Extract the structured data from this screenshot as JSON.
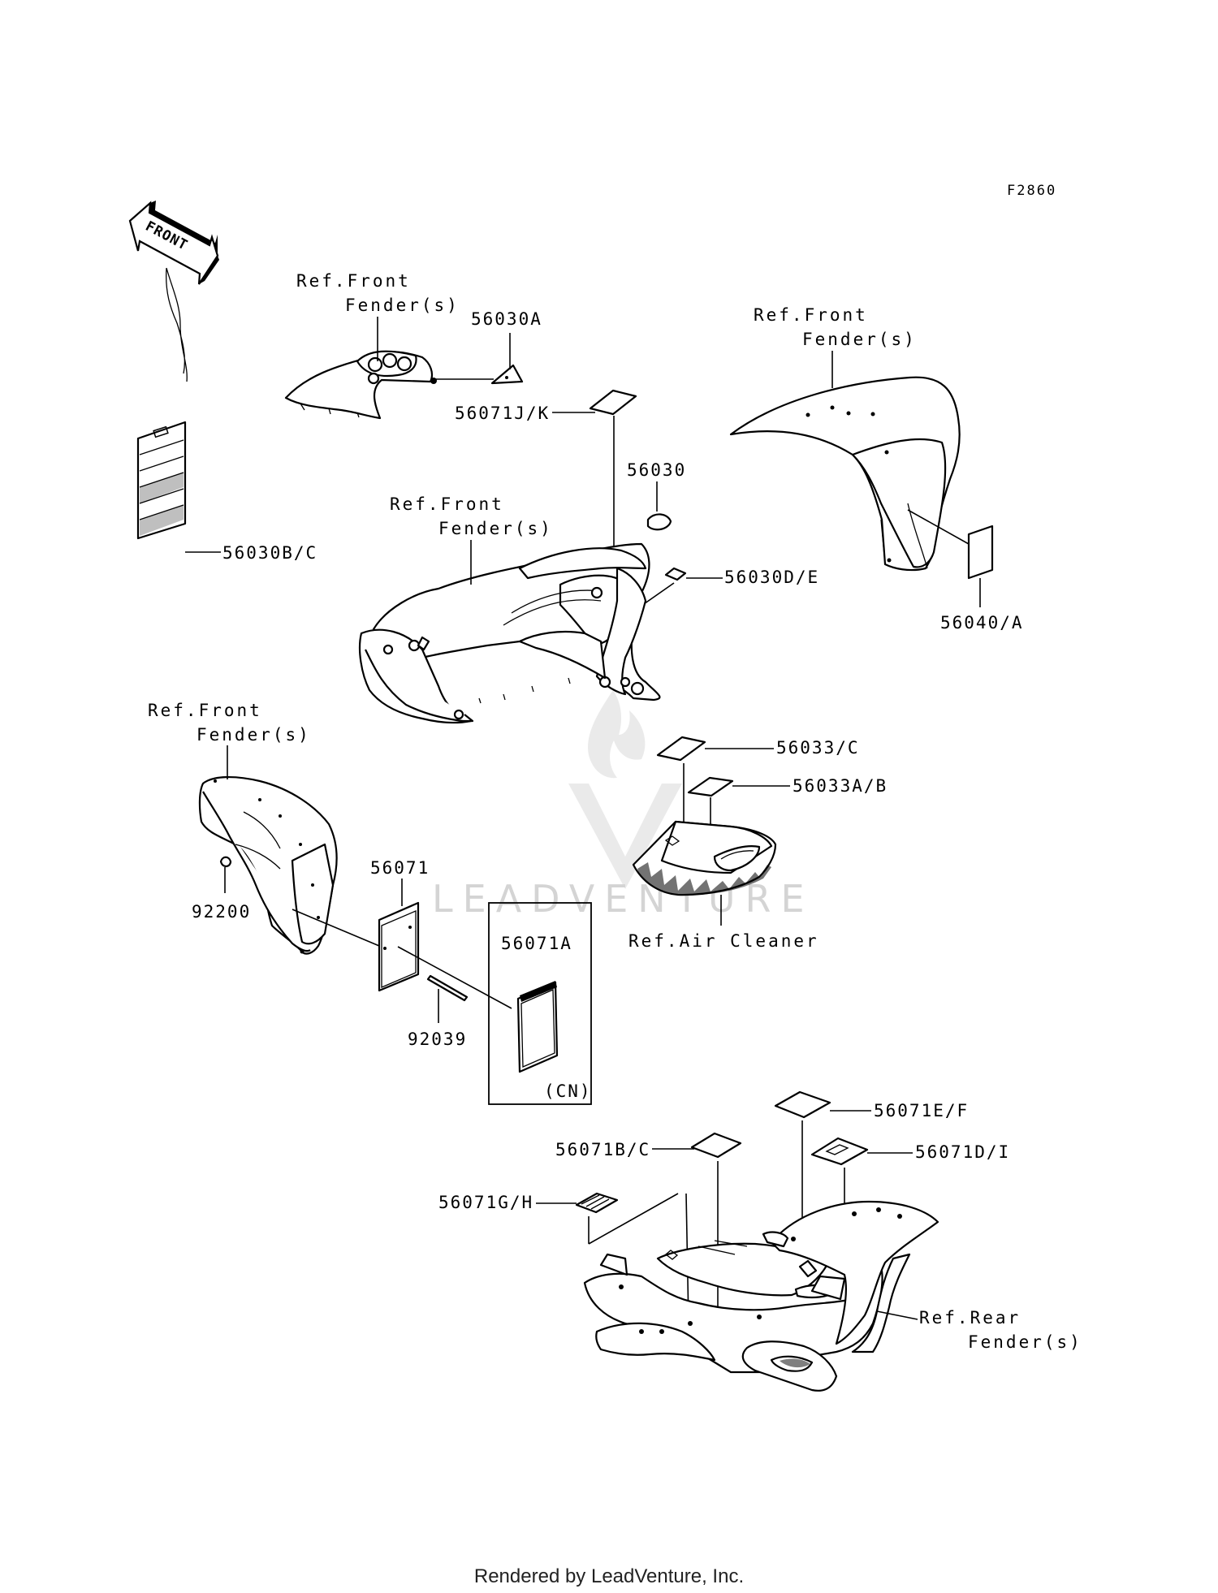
{
  "figure_code": "F2860",
  "front_arrow_text": "FRONT",
  "callouts": {
    "p56030A": "56030A",
    "p56071JK": "56071J/K",
    "p56030": "56030",
    "p56030BC": "56030B/C",
    "p56030DE": "56030D/E",
    "p56040A": "56040/A",
    "p56033C": "56033/C",
    "p56033AB": "56033A/B",
    "p56071": "56071",
    "p92200": "92200",
    "p56071A": "56071A",
    "p92039": "92039",
    "cn": "(CN)",
    "p56071EF": "56071E/F",
    "p56071BC": "56071B/C",
    "p56071DI": "56071D/I",
    "p56071GH": "56071G/H"
  },
  "refs": {
    "front_fender_1": [
      "Ref.Front",
      "Fender(s)"
    ],
    "front_fender_2": [
      "Ref.Front",
      "Fender(s)"
    ],
    "front_fender_3": [
      "Ref.Front",
      "Fender(s)"
    ],
    "front_fender_4": [
      "Ref.Front",
      "Fender(s)"
    ],
    "air_cleaner": "Ref.Air Cleaner",
    "rear_fender": [
      "Ref.Rear",
      "Fender(s)"
    ]
  },
  "watermark": "LEADVENTURE",
  "footer": "Rendered by LeadVenture, Inc."
}
